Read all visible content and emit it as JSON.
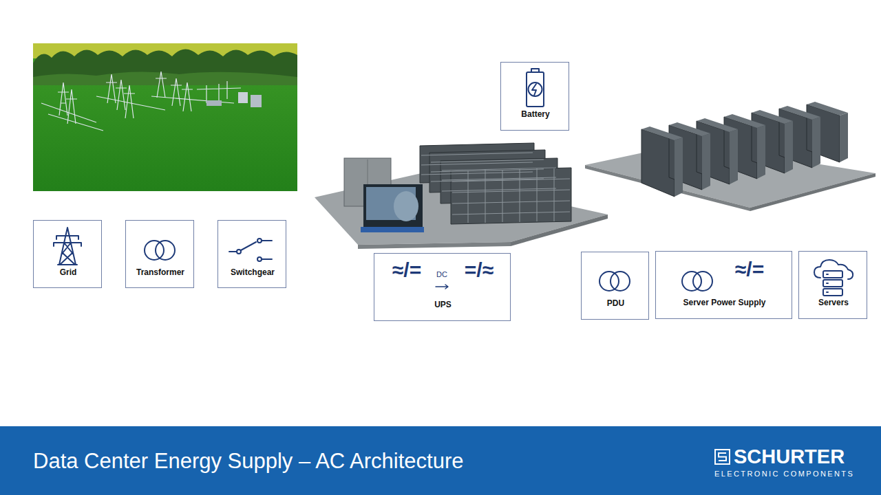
{
  "diagram": {
    "title": "Data Center Energy Supply – AC Architecture",
    "nodes": [
      {
        "text": [
          "Grid"
        ]
      },
      {
        "text": [
          "Transformer"
        ]
      },
      {
        "text": [
          "Switchgear"
        ]
      },
      {
        "text": [
          "Battery"
        ]
      },
      {
        "text": [
          "≈/=",
          "DC",
          "=/≈",
          "UPS"
        ]
      },
      {
        "text": [
          "PDU"
        ]
      },
      {
        "text": [
          "≈/=",
          "Server Power Supply"
        ]
      },
      {
        "text": [
          "Servers"
        ]
      }
    ],
    "labels": [
      "SCHURTER",
      "ELECTRONIC COMPONENTS"
    ]
  }
}
